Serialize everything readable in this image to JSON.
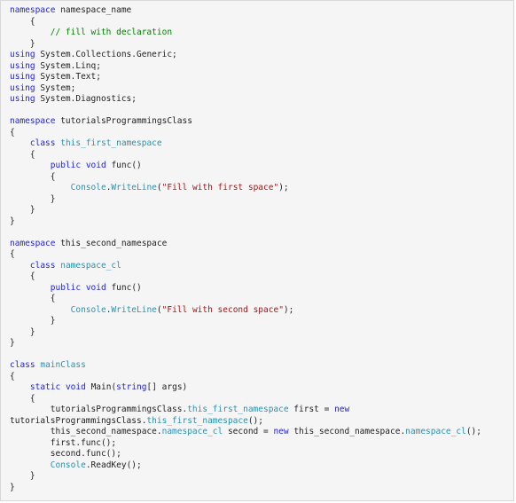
{
  "colors": {
    "background": "#f5f5f5",
    "keyword": "#1f1fdc",
    "type": "#2b91af",
    "string": "#a31515",
    "comment": "#008000",
    "plain": "#222222"
  },
  "code": {
    "language": "csharp",
    "lines": [
      [
        [
          "kw",
          "namespace"
        ],
        [
          "pl",
          " namespace_name"
        ]
      ],
      [
        [
          "pl",
          "    {"
        ]
      ],
      [
        [
          "pl",
          "        "
        ],
        [
          "cm",
          "// fill with declaration"
        ]
      ],
      [
        [
          "pl",
          "    }"
        ]
      ],
      [
        [
          "kw",
          "using"
        ],
        [
          "pl",
          " System.Collections.Generic;"
        ]
      ],
      [
        [
          "kw",
          "using"
        ],
        [
          "pl",
          " System.Linq;"
        ]
      ],
      [
        [
          "kw",
          "using"
        ],
        [
          "pl",
          " System.Text;"
        ]
      ],
      [
        [
          "kw",
          "using"
        ],
        [
          "pl",
          " System;"
        ]
      ],
      [
        [
          "kw",
          "using"
        ],
        [
          "pl",
          " System.Diagnostics;"
        ]
      ],
      [
        [
          "pl",
          ""
        ]
      ],
      [
        [
          "kw",
          "namespace"
        ],
        [
          "pl",
          " tutorialsProgrammingsClass"
        ]
      ],
      [
        [
          "pl",
          "{"
        ]
      ],
      [
        [
          "pl",
          "    "
        ],
        [
          "kw",
          "class"
        ],
        [
          "pl",
          " "
        ],
        [
          "ty",
          "this_first_namespace"
        ]
      ],
      [
        [
          "pl",
          "    {"
        ]
      ],
      [
        [
          "pl",
          "        "
        ],
        [
          "kw",
          "public"
        ],
        [
          "pl",
          " "
        ],
        [
          "kw",
          "void"
        ],
        [
          "pl",
          " func()"
        ]
      ],
      [
        [
          "pl",
          "        {"
        ]
      ],
      [
        [
          "pl",
          "            "
        ],
        [
          "ty",
          "Console"
        ],
        [
          "pl",
          "."
        ],
        [
          "ty",
          "WriteLine"
        ],
        [
          "pl",
          "("
        ],
        [
          "str",
          "\"Fill with first space\""
        ],
        [
          "pl",
          ");"
        ]
      ],
      [
        [
          "pl",
          "        }"
        ]
      ],
      [
        [
          "pl",
          "    }"
        ]
      ],
      [
        [
          "pl",
          "}"
        ]
      ],
      [
        [
          "pl",
          ""
        ]
      ],
      [
        [
          "kw",
          "namespace"
        ],
        [
          "pl",
          " this_second_namespace"
        ]
      ],
      [
        [
          "pl",
          "{"
        ]
      ],
      [
        [
          "pl",
          "    "
        ],
        [
          "kw",
          "class"
        ],
        [
          "pl",
          " "
        ],
        [
          "ty",
          "namespace_cl"
        ]
      ],
      [
        [
          "pl",
          "    {"
        ]
      ],
      [
        [
          "pl",
          "        "
        ],
        [
          "kw",
          "public"
        ],
        [
          "pl",
          " "
        ],
        [
          "kw",
          "void"
        ],
        [
          "pl",
          " func()"
        ]
      ],
      [
        [
          "pl",
          "        {"
        ]
      ],
      [
        [
          "pl",
          "            "
        ],
        [
          "ty",
          "Console"
        ],
        [
          "pl",
          "."
        ],
        [
          "ty",
          "WriteLine"
        ],
        [
          "pl",
          "("
        ],
        [
          "str",
          "\"Fill with second space\""
        ],
        [
          "pl",
          ");"
        ]
      ],
      [
        [
          "pl",
          "        }"
        ]
      ],
      [
        [
          "pl",
          "    }"
        ]
      ],
      [
        [
          "pl",
          "}"
        ]
      ],
      [
        [
          "pl",
          ""
        ]
      ],
      [
        [
          "kw",
          "class"
        ],
        [
          "pl",
          " "
        ],
        [
          "ty",
          "mainClass"
        ]
      ],
      [
        [
          "pl",
          "{"
        ]
      ],
      [
        [
          "pl",
          "    "
        ],
        [
          "kw",
          "static"
        ],
        [
          "pl",
          " "
        ],
        [
          "kw",
          "void"
        ],
        [
          "pl",
          " Main("
        ],
        [
          "kw",
          "string"
        ],
        [
          "pl",
          "[] args)"
        ]
      ],
      [
        [
          "pl",
          "    {"
        ]
      ],
      [
        [
          "pl",
          "        tutorialsProgrammingsClass."
        ],
        [
          "ty",
          "this_first_namespace"
        ],
        [
          "pl",
          " first = "
        ],
        [
          "kw",
          "new"
        ]
      ],
      [
        [
          "pl",
          "tutorialsProgrammingsClass."
        ],
        [
          "ty",
          "this_first_namespace"
        ],
        [
          "pl",
          "();"
        ]
      ],
      [
        [
          "pl",
          "        this_second_namespace."
        ],
        [
          "ty",
          "namespace_cl"
        ],
        [
          "pl",
          " second = "
        ],
        [
          "kw",
          "new"
        ],
        [
          "pl",
          " this_second_namespace."
        ],
        [
          "ty",
          "namespace_cl"
        ],
        [
          "pl",
          "();"
        ]
      ],
      [
        [
          "pl",
          "        first.func();"
        ]
      ],
      [
        [
          "pl",
          "        second.func();"
        ]
      ],
      [
        [
          "pl",
          "        "
        ],
        [
          "ty",
          "Console"
        ],
        [
          "pl",
          ".ReadKey();"
        ]
      ],
      [
        [
          "pl",
          "    }"
        ]
      ],
      [
        [
          "pl",
          "}"
        ]
      ]
    ]
  }
}
